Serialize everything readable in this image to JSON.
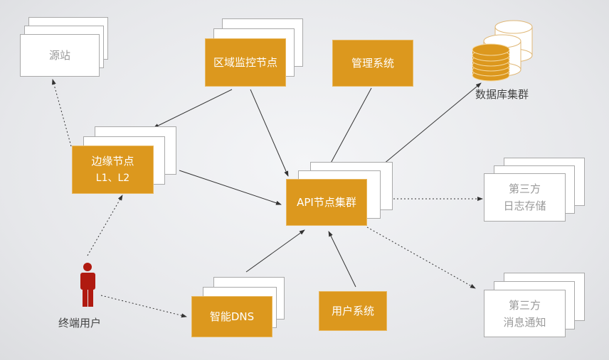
{
  "nodes": {
    "origin": "源站",
    "region_monitor": "区域监控节点",
    "management": "管理系统",
    "database": "数据库集群",
    "edge": {
      "line1": "边缘节点",
      "line2": "L1、L2"
    },
    "api": "API节点集群",
    "log": {
      "line1": "第三方",
      "line2": "日志存储"
    },
    "notify": {
      "line1": "第三方",
      "line2": "消息通知"
    },
    "dns": "智能DNS",
    "user_system": "用户系统",
    "end_user": "终端用户"
  },
  "colors": {
    "accent": "#dc981e",
    "person": "#b01a10"
  }
}
